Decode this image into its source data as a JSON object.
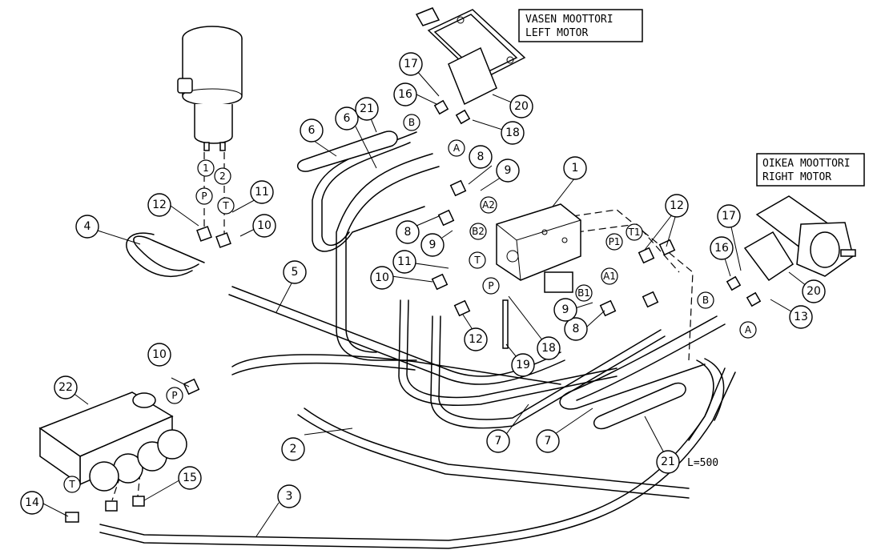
{
  "labels": {
    "left_motor_fi": "VASEN MOOTTORI",
    "left_motor_en": "LEFT MOTOR",
    "right_motor_fi": "OIKEA MOOTTORI",
    "right_motor_en": "RIGHT MOTOR",
    "hose_length": "L=500"
  },
  "callouts": [
    {
      "id": "c1",
      "text": "1"
    },
    {
      "id": "c2",
      "text": "2"
    },
    {
      "id": "c3",
      "text": "3"
    },
    {
      "id": "c4",
      "text": "4"
    },
    {
      "id": "c5",
      "text": "5"
    },
    {
      "id": "c6a",
      "text": "6"
    },
    {
      "id": "c6b",
      "text": "6"
    },
    {
      "id": "c7a",
      "text": "7"
    },
    {
      "id": "c7b",
      "text": "7"
    },
    {
      "id": "c8a",
      "text": "8"
    },
    {
      "id": "c8b",
      "text": "8"
    },
    {
      "id": "c8c",
      "text": "8"
    },
    {
      "id": "c9a",
      "text": "9"
    },
    {
      "id": "c9b",
      "text": "9"
    },
    {
      "id": "c9c",
      "text": "9"
    },
    {
      "id": "c10a",
      "text": "10"
    },
    {
      "id": "c10b",
      "text": "10"
    },
    {
      "id": "c10c",
      "text": "10"
    },
    {
      "id": "c11a",
      "text": "11"
    },
    {
      "id": "c11b",
      "text": "11"
    },
    {
      "id": "c12a",
      "text": "12"
    },
    {
      "id": "c12b",
      "text": "12"
    },
    {
      "id": "c12c",
      "text": "12"
    },
    {
      "id": "c13",
      "text": "13"
    },
    {
      "id": "c14",
      "text": "14"
    },
    {
      "id": "c15",
      "text": "15"
    },
    {
      "id": "c16a",
      "text": "16"
    },
    {
      "id": "c16b",
      "text": "16"
    },
    {
      "id": "c17a",
      "text": "17"
    },
    {
      "id": "c17b",
      "text": "17"
    },
    {
      "id": "c18a",
      "text": "18"
    },
    {
      "id": "c18b",
      "text": "18"
    },
    {
      "id": "c19",
      "text": "19"
    },
    {
      "id": "c20a",
      "text": "20"
    },
    {
      "id": "c20b",
      "text": "20"
    },
    {
      "id": "c21a",
      "text": "21"
    },
    {
      "id": "c21b",
      "text": "21"
    },
    {
      "id": "c22",
      "text": "22"
    }
  ],
  "ports": [
    {
      "id": "p_tank1",
      "text": "1"
    },
    {
      "id": "p_tank2",
      "text": "2"
    },
    {
      "id": "p_tankP",
      "text": "P"
    },
    {
      "id": "p_tankT",
      "text": "T"
    },
    {
      "id": "p_lmB",
      "text": "B"
    },
    {
      "id": "p_lmA",
      "text": "A"
    },
    {
      "id": "p_A2",
      "text": "A2"
    },
    {
      "id": "p_B2",
      "text": "B2"
    },
    {
      "id": "p_T",
      "text": "T"
    },
    {
      "id": "p_P",
      "text": "P"
    },
    {
      "id": "p_P1",
      "text": "P1"
    },
    {
      "id": "p_T1",
      "text": "T1"
    },
    {
      "id": "p_A1",
      "text": "A1"
    },
    {
      "id": "p_B1",
      "text": "B1"
    },
    {
      "id": "p_rmB",
      "text": "B"
    },
    {
      "id": "p_rmA",
      "text": "A"
    },
    {
      "id": "p_valveP",
      "text": "P"
    },
    {
      "id": "p_valveT",
      "text": "T"
    }
  ]
}
